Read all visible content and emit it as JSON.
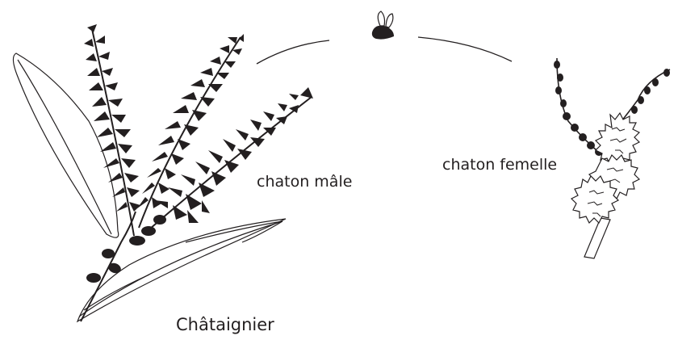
{
  "labels": {
    "male_catkin": "chaton mâle",
    "female_catkin": "chaton femelle",
    "tree": "Châtaignier"
  },
  "icons": {
    "pollinator": "bee-icon",
    "male_branch": "male-catkin-branch-icon",
    "female_branch": "female-catkin-branch-icon"
  },
  "colors": {
    "ink": "#231f20",
    "background": "#ffffff"
  }
}
